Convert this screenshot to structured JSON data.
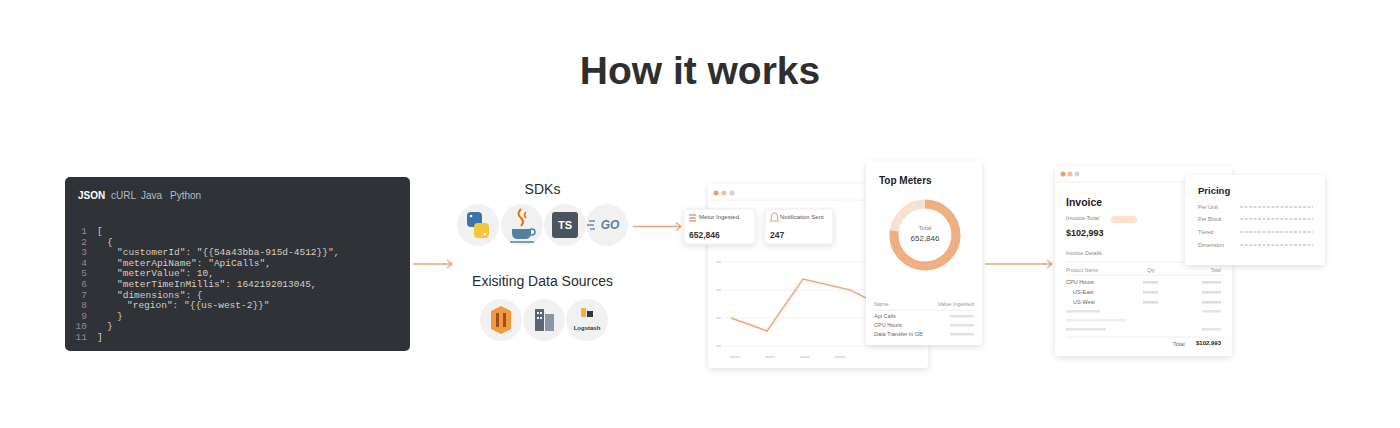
{
  "diagram": {
    "title": "How it works",
    "nodes": [
      {
        "text": [
          "JSON",
          "cURL",
          "Java",
          "Python",
          "1",
          "2",
          "3",
          "4",
          "5",
          "6",
          "7",
          "8",
          "9",
          "10",
          "11",
          "[",
          "{",
          "\"customerId\": \"{{54a43bba-915d-4512}}\",",
          "\"meterApiName\": \"ApiCalls\",",
          "\"meterValue\": 10,",
          "\"meterTimeInMillis\": 1642192013045,",
          "\"dimensions\": {",
          "\"region\": \"{{us-west-2}}\"",
          "}",
          "}",
          "]"
        ]
      },
      {
        "text": [
          "SDKs",
          "Exisiting Data Sources"
        ]
      },
      {
        "text": [
          "Metur Ingested",
          "652,846"
        ]
      },
      {
        "text": [
          "Notification Sent",
          "247"
        ]
      },
      {
        "text": [
          "Top Meters",
          "Total",
          "652,846",
          "Name",
          "Value Ingested",
          "Api Calls",
          "CPU Hours",
          "Data Transfer in GB"
        ]
      },
      {
        "text": [
          "Invoice",
          "Invoice Total",
          "$102,993",
          "Invoice Details",
          "Product Name",
          "Qty",
          "Total",
          "CPU Hours",
          "US-East",
          "US-West",
          "Total",
          "$102,993"
        ]
      },
      {
        "text": [
          "Pricing",
          "Per Unit",
          "Per Block",
          "Tiered",
          "Dimension"
        ]
      }
    ],
    "edges": [
      {
        "from": 0,
        "to": 1,
        "arrow": "to"
      },
      {
        "from": 1,
        "to": 2,
        "arrow": "to"
      },
      {
        "from": 4,
        "to": 5,
        "arrow": "to"
      }
    ],
    "labels": [
      "TS",
      "GO",
      "Logstash"
    ]
  }
}
